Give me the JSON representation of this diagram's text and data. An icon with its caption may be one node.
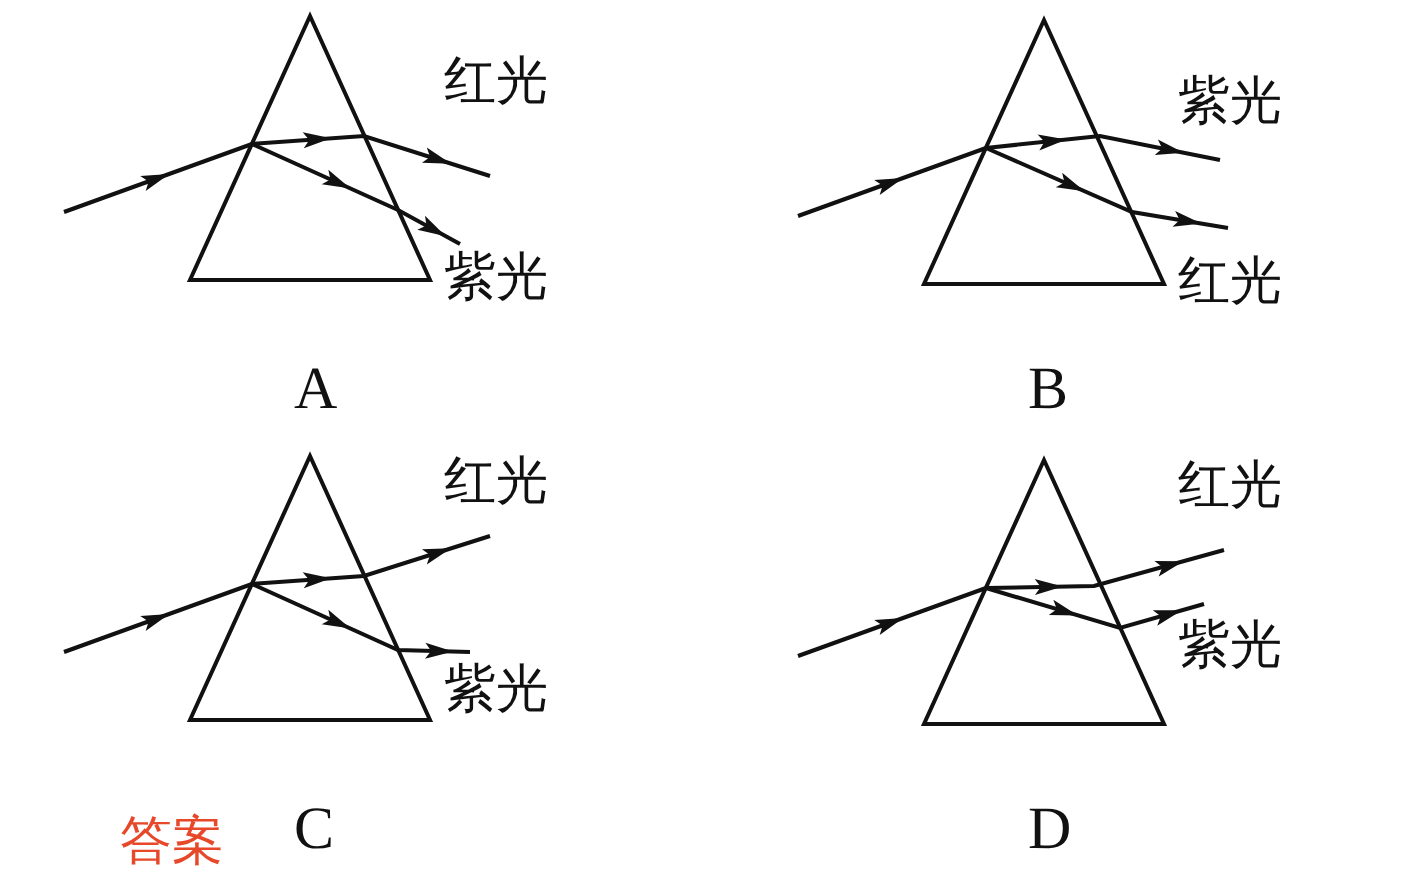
{
  "diagram": {
    "labels": [
      "红光",
      "紫光",
      "A",
      "紫光",
      "红光",
      "B",
      "红光",
      "紫光",
      "C",
      "红光",
      "紫光",
      "D",
      "答案"
    ]
  }
}
